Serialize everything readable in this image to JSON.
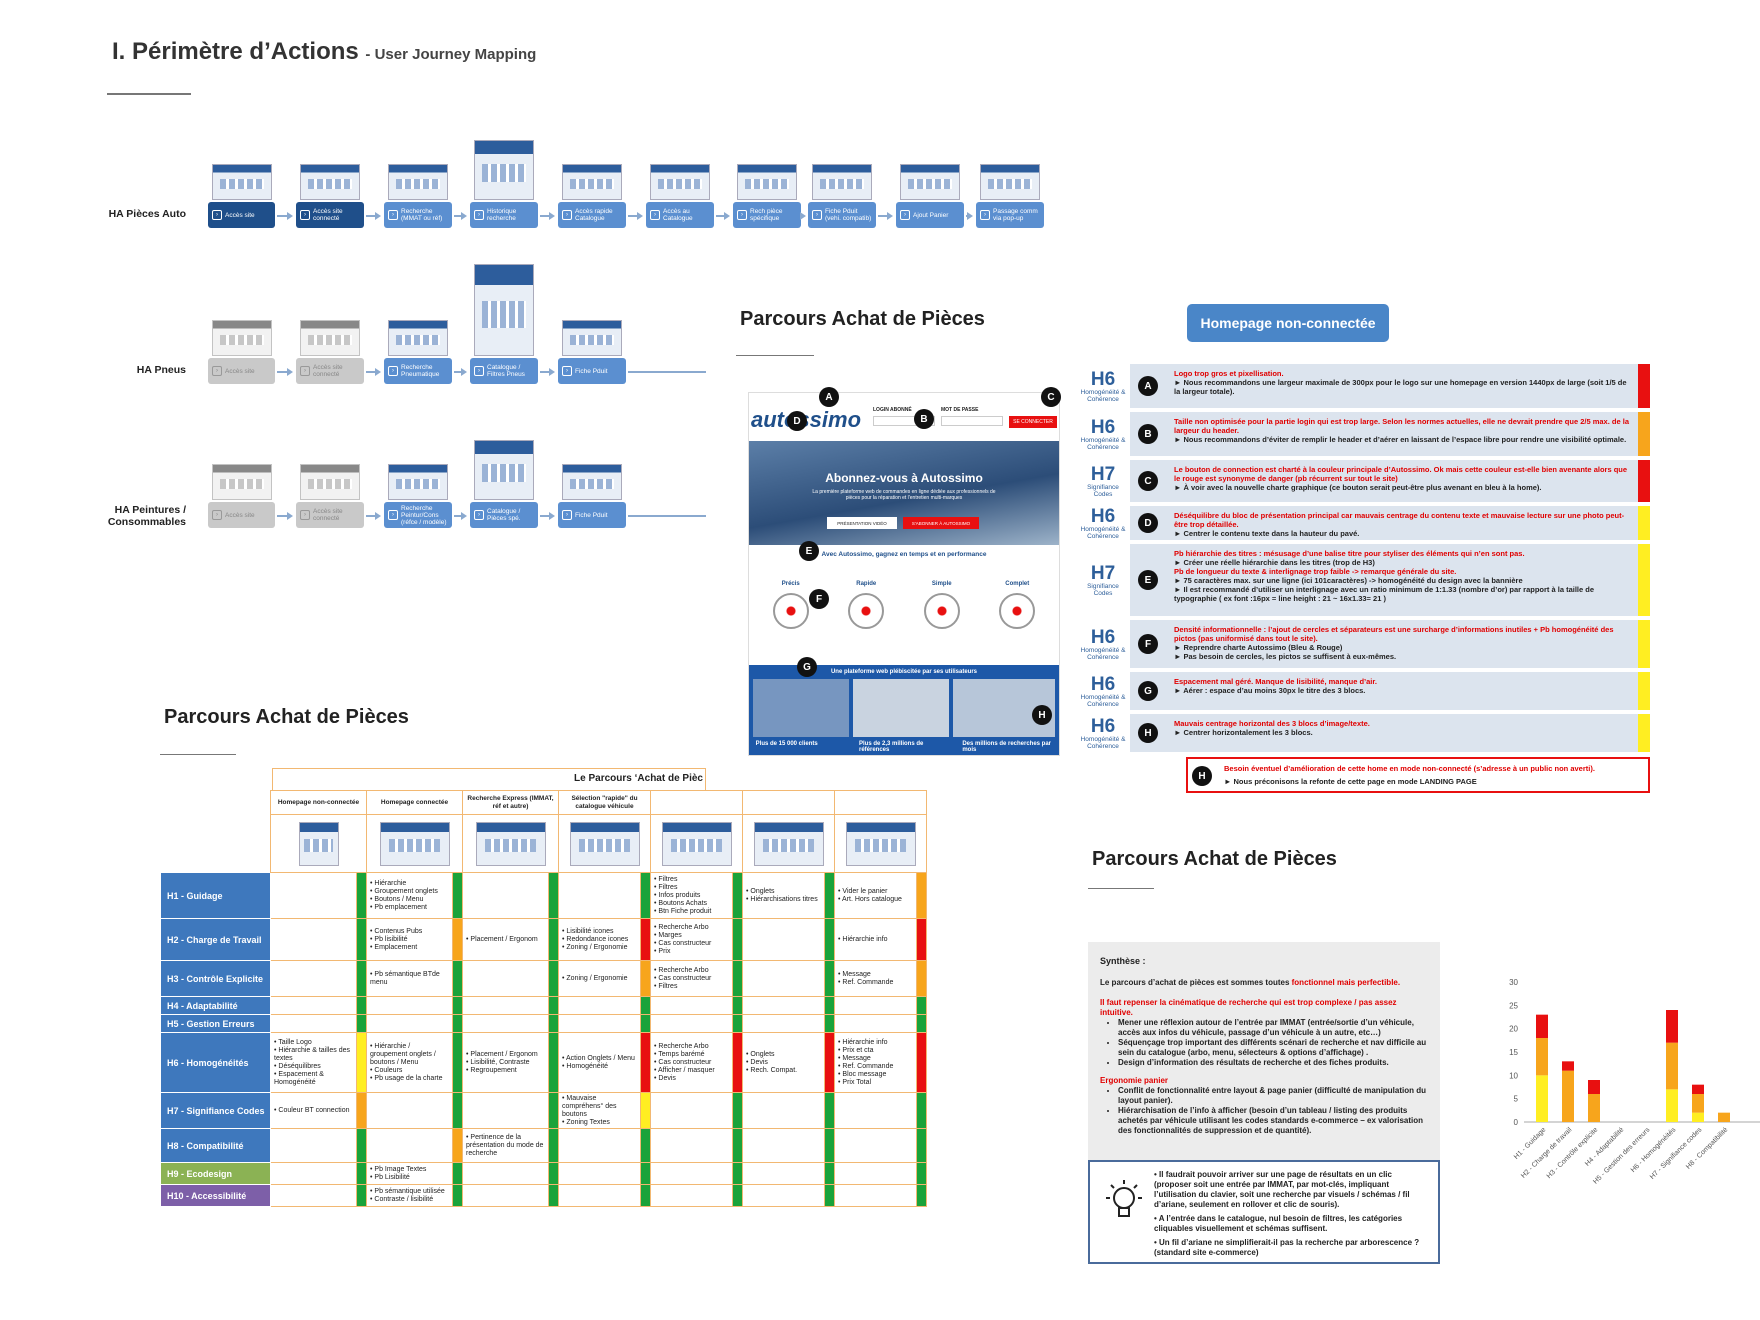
{
  "header": {
    "title": "I.  Périmètre d’Actions",
    "subtitle": "- User Journey Mapping"
  },
  "journeys": [
    {
      "label": "HA Pièces Auto",
      "steps": [
        {
          "label": "Accès site",
          "style": "dark"
        },
        {
          "label": "Accès site connecté",
          "style": "dark"
        },
        {
          "label": "Recherche (MMAT ou réf)",
          "style": "blue"
        },
        {
          "label": "Historique recherche",
          "style": "blue"
        },
        {
          "label": "Accès rapide Catalogue",
          "style": "blue"
        },
        {
          "label": "Accès au Catalogue",
          "style": "blue"
        },
        {
          "label": "Rech pièce spécifique",
          "style": "blue"
        },
        {
          "label": "Fiche Pduit (vehi. compatib)",
          "style": "blue"
        },
        {
          "label": "Ajout Panier",
          "style": "blue"
        },
        {
          "label": "Passage comm via pop-up",
          "style": "blue"
        }
      ]
    },
    {
      "label": "HA Pneus",
      "steps": [
        {
          "label": "Accès site",
          "style": "grey"
        },
        {
          "label": "Accès site connecté",
          "style": "grey"
        },
        {
          "label": "Recherche Pneumatique",
          "style": "blue"
        },
        {
          "label": "Catalogue / Filtres Pneus",
          "style": "blue"
        },
        {
          "label": "Fiche Pduit",
          "style": "blue"
        }
      ]
    },
    {
      "label": "HA Peintures / Consommables",
      "steps": [
        {
          "label": "Accès site",
          "style": "grey"
        },
        {
          "label": "Accès site connecté",
          "style": "grey"
        },
        {
          "label": "Recherche Peintur/Cons (réfce / modèle)",
          "style": "blue"
        },
        {
          "label": "Catalogue / Pièces spé.",
          "style": "blue"
        },
        {
          "label": "Fiche Pduit",
          "style": "blue"
        }
      ]
    }
  ],
  "section_title": "Parcours Achat de Pièces",
  "mockup": {
    "logo": "autossimo",
    "login_label": "LOGIN ABONNÉ",
    "password_label": "MOT DE PASSE",
    "connect_btn": "SE CONNECTER",
    "hero_title": "Abonnez-vous à Autossimo",
    "hero_sub": "La première plateforme web de commandes en ligne dédiée aux professionnels de pièces pour la réparation et l'entretien multi-marques",
    "hero_btn1": "PRÉSENTATION VIDÉO",
    "hero_btn2": "S'ABONNER À AUTOSSIMO",
    "band_title": "Avec Autossimo, gagnez en temps et en performance",
    "features": [
      "Précis",
      "Rapide",
      "Simple",
      "Complet"
    ],
    "bottom_title": "Une plateforme web plébiscitée par ses utilisateurs",
    "stats": [
      "Plus de 15 000 clients",
      "Plus de 2,3 millions de références",
      "Des millions de recherches par mois"
    ],
    "markers": [
      "A",
      "B",
      "C",
      "D",
      "E",
      "F",
      "G",
      "H"
    ]
  },
  "heuristics_button": "Homepage non-connectée",
  "heuristics": [
    {
      "code": "H6",
      "cat": "Homogénéité & Cohérence",
      "marker": "A",
      "lines": [
        {
          "t": "Logo trop gros et pixellisation.",
          "s": "r"
        },
        {
          "t": "► Nous recommandons une largeur maximale de 300px pour le logo sur une homepage en version 1440px de large (soit 1/5  de la largeur totale).",
          "s": "k"
        }
      ],
      "color": "#e81010"
    },
    {
      "code": "H6",
      "cat": "Homogénéité & Cohérence",
      "marker": "B",
      "lines": [
        {
          "t": "Taille non optimisée pour la partie login qui est trop large. Selon les normes actuelles, elle ne devrait prendre que 2/5 max. de la largeur du header.",
          "s": "r"
        },
        {
          "t": "► Nous recommandons d’éviter de remplir le header et d’aérer en laissant de l’espace libre pour rendre une visibilité optimale.",
          "s": "k"
        }
      ],
      "color": "#f7a51c"
    },
    {
      "code": "H7",
      "cat": "Signifiance Codes",
      "marker": "C",
      "lines": [
        {
          "t": "Le bouton de connection est charté à la couleur principale d’Autossimo. Ok mais cette couleur est-elle bien avenante alors que le rouge est synonyme de danger (pb récurrent sur tout le site)",
          "s": "r"
        },
        {
          "t": "► À voir avec la nouvelle charte graphique (ce bouton serait peut-être plus avenant en bleu à la home).",
          "s": "k"
        }
      ],
      "color": "#e81010"
    },
    {
      "code": "H6",
      "cat": "Homogénéité & Cohérence",
      "marker": "D",
      "lines": [
        {
          "t": "Déséquilibre du bloc de présentation principal car mauvais centrage du contenu texte et mauvaise lecture sur une photo peut-être trop détaillée.",
          "s": "r"
        },
        {
          "t": "► Centrer le contenu texte dans la hauteur du pavé.",
          "s": "k"
        }
      ],
      "color": "#ffee22"
    },
    {
      "code": "H7",
      "cat": "Signifiance Codes",
      "marker": "E",
      "lines": [
        {
          "t": "Pb hiérarchie des titres : mésusage d’une balise titre pour styliser des éléments qui n’en sont pas.",
          "s": "r"
        },
        {
          "t": "► Créer une réelle hiérarchie dans les titres (trop de H3)",
          "s": "k"
        },
        {
          "t": "Pb de longueur du texte & interlignage trop faible -> remarque générale du site.",
          "s": "r"
        },
        {
          "t": "► 75 caractères max. sur une ligne (ici 101caractères) -> homogénéité du design avec la bannière",
          "s": "k"
        },
        {
          "t": "► Il est recommandé d’utiliser un interlignage avec un ratio minimum de 1:1.33 (nombre d’or) par rapport à la taille de typographie ( ex font :16px = line height : 21 ~ 16x1.33= 21 )",
          "s": "k"
        }
      ],
      "color": "#ffee22"
    },
    {
      "code": "H6",
      "cat": "Homogénéité & Cohérence",
      "marker": "F",
      "lines": [
        {
          "t": "Densité informationnelle : l’ajout de cercles et séparateurs est une surcharge d’informations inutiles + Pb homogénéité des pictos (pas uniformisé dans tout le site).",
          "s": "r"
        },
        {
          "t": "► Reprendre charte Autossimo (Bleu & Rouge)",
          "s": "k"
        },
        {
          "t": "► Pas besoin de cercles, les pictos se suffisent à eux-mêmes.",
          "s": "k"
        }
      ],
      "color": "#ffee22"
    },
    {
      "code": "H6",
      "cat": "Homogénéité & Cohérence",
      "marker": "G",
      "lines": [
        {
          "t": "Espacement mal géré. Manque de lisibilité, manque d’air.",
          "s": "r"
        },
        {
          "t": "► Aérer : espace d’au moins 30px le titre des 3 blocs.",
          "s": "k"
        }
      ],
      "color": "#ffee22"
    },
    {
      "code": "H6",
      "cat": "Homogénéité & Cohérence",
      "marker": "H",
      "lines": [
        {
          "t": "Mauvais centrage horizontal des 3 blocs d’image/texte.",
          "s": "r"
        },
        {
          "t": "► Centrer horizontalement les 3 blocs.",
          "s": "k"
        }
      ],
      "color": "#ffee22"
    }
  ],
  "landing": {
    "marker": "H",
    "line1": "Besoin éventuel d’amélioration de cette home en mode non-connecté (s’adresse à un public non averti).",
    "line2": "► Nous préconisons la refonte de cette page en mode LANDING PAGE"
  },
  "matrix": {
    "title": "Le Parcours  ‘Achat de Pièc",
    "columns": [
      "Homepage non-connectée",
      "Homepage connectée",
      "Recherche Express (IMMAT, réf et autre)",
      "Sélection \"rapide\" du catalogue véhicule",
      "",
      "",
      ""
    ],
    "rows": [
      {
        "label": "H1 - Guidage",
        "bg": "#3e78bd",
        "cells": [
          [
            "",
            ""
          ],
          [
            "• Hiérarchie\n• Groupement onglets\n• Boutons / Menu\n• Pb emplacement",
            "#e81010"
          ],
          [
            "",
            ""
          ],
          [
            "",
            ""
          ],
          [
            "• Filtres\n• Filtres\n• Infos produits\n• Boutons Achats\n• Btn Fiche produit",
            "#f7a51c"
          ],
          [
            "• Onglets\n• Hiérarchisations titres",
            "#f7a51c"
          ],
          [
            "• Vider le panier\n• Art. Hors catalogue",
            "#f7a51c"
          ]
        ],
        "pre": [
          "#1aa33a",
          "#1aa33a",
          "#1aa33a",
          "#1aa33a",
          "#1aa33a",
          "#1aa33a",
          "#1aa33a"
        ]
      },
      {
        "label": "H2 - Charge de Travail",
        "bg": "#3e78bd",
        "cells": [
          [
            "",
            ""
          ],
          [
            "• Contenus Pubs\n• Pb lisibilité\n• Emplacement",
            "#f7a51c"
          ],
          [
            "• Placement / Ergonom",
            "#1aa33a"
          ],
          [
            "• Lisibilité icones\n• Redondance icones\n• Zoning / Ergonomie",
            "#f7a51c"
          ],
          [
            "• Recherche Arbo\n• Marges\n• Cas constructeur\n• Prix",
            "#e81010"
          ],
          [
            "",
            ""
          ],
          [
            "• Hiérarchie info",
            "#e81010"
          ]
        ],
        "pre": [
          "#1aa33a",
          "#1aa33a",
          "#f7a51c",
          "#1aa33a",
          "#e81010",
          "#1aa33a",
          "#1aa33a"
        ]
      },
      {
        "label": "H3 - Contrôle Explicite",
        "bg": "#3e78bd",
        "cells": [
          [
            "",
            ""
          ],
          [
            "• Pb sémantique BTde menu",
            "#f7a51c"
          ],
          [
            "",
            ""
          ],
          [
            "• Zoning / Ergonomie",
            "#f7a51c"
          ],
          [
            "• Recherche Arbo\n• Cas constructeur\n• Filtres",
            "#f7a51c"
          ],
          [
            "",
            ""
          ],
          [
            "• Message\n• Ref. Commande",
            "#f7a51c"
          ]
        ],
        "pre": [
          "#1aa33a",
          "#1aa33a",
          "#1aa33a",
          "#1aa33a",
          "#f7a51c",
          "#1aa33a",
          "#1aa33a"
        ]
      },
      {
        "label": "H4 - Adaptabilité",
        "bg": "#3e78bd",
        "cells": [
          [
            "",
            ""
          ],
          [
            "",
            ""
          ],
          [
            "",
            ""
          ],
          [
            "",
            ""
          ],
          [
            "",
            ""
          ],
          [
            "",
            ""
          ],
          [
            "",
            ""
          ]
        ],
        "pre": [
          "#1aa33a",
          "#1aa33a",
          "#1aa33a",
          "#1aa33a",
          "#1aa33a",
          "#1aa33a",
          "#1aa33a"
        ]
      },
      {
        "label": "H5 - Gestion Erreurs",
        "bg": "#3e78bd",
        "cells": [
          [
            "",
            ""
          ],
          [
            "",
            ""
          ],
          [
            "",
            ""
          ],
          [
            "",
            ""
          ],
          [
            "",
            ""
          ],
          [
            "",
            ""
          ],
          [
            "",
            ""
          ]
        ],
        "pre": [
          "#1aa33a",
          "#1aa33a",
          "#1aa33a",
          "#1aa33a",
          "#1aa33a",
          "#1aa33a",
          "#1aa33a"
        ]
      },
      {
        "label": "H6 - Homogénéités",
        "bg": "#3e78bd",
        "cells": [
          [
            "• Taille Logo\n• Hiérarchie & tailles des textes\n• Déséquilibres\n• Espacement & Homogénéité",
            "#ffee22"
          ],
          [
            "• Hiérarchie / groupement onglets / boutons / Menu\n• Couleurs\n• Pb usage de la charte",
            "#e81010"
          ],
          [
            "• Placement / Ergonom\n• Lisibilité, Contraste\n• Regroupement",
            "#f7a51c"
          ],
          [
            "• Action Onglets / Menu\n• Homogénéité",
            "#e81010"
          ],
          [
            "• Recherche Arbo\n• Temps barémé\n• Cas constructeur\n• Afficher / masquer\n• Devis",
            "#e81010"
          ],
          [
            "• Onglets\n• Devis\n• Rech. Compat.",
            "#e81010"
          ],
          [
            "• Hiérarchie info\n• Prix et cta\n• Message\n• Ref. Commande\n• Bloc message\n• Prix Total",
            "#e81010"
          ]
        ],
        "pre": [
          "#ffee22",
          "#ffee22",
          "#1aa33a",
          "#1aa33a",
          "#e81010",
          "#e81010",
          "#e81010"
        ]
      },
      {
        "label": "H7 - Signifiance Codes",
        "bg": "#3e78bd",
        "cells": [
          [
            "• Couleur BT connection",
            "#e81010"
          ],
          [
            "",
            ""
          ],
          [
            "",
            ""
          ],
          [
            "• Mauvaise compréhens° des boutons\n• Zoning Textes",
            "#ffee22"
          ],
          [
            "",
            ""
          ],
          [
            "",
            ""
          ],
          [
            "",
            ""
          ]
        ],
        "pre": [
          "#1aa33a",
          "#f7a51c",
          "#1aa33a",
          "#1aa33a",
          "#ffee22",
          "#1aa33a",
          "#1aa33a"
        ]
      },
      {
        "label": "H8 - Compatibilité",
        "bg": "#3e78bd",
        "cells": [
          [
            "",
            ""
          ],
          [
            "",
            ""
          ],
          [
            "• Pertinence de la présentation du mode de recherche",
            "#f7a51c"
          ],
          [
            "",
            ""
          ],
          [
            "",
            ""
          ],
          [
            "",
            ""
          ],
          [
            "",
            ""
          ]
        ],
        "pre": [
          "#1aa33a",
          "#1aa33a",
          "#f7a51c",
          "#1aa33a",
          "#1aa33a",
          "#1aa33a",
          "#1aa33a"
        ]
      },
      {
        "label": "H9 - Ecodesign",
        "bg": "#8bb254",
        "cells": [
          [
            "",
            ""
          ],
          [
            "• Pb Image Textes\n• Pb Lisibilité",
            "#ffee22"
          ],
          [
            "",
            ""
          ],
          [
            "",
            ""
          ],
          [
            "",
            ""
          ],
          [
            "",
            ""
          ],
          [
            "",
            ""
          ]
        ],
        "pre": [
          "#1aa33a",
          "#1aa33a",
          "#1aa33a",
          "#1aa33a",
          "#1aa33a",
          "#1aa33a",
          "#1aa33a"
        ]
      },
      {
        "label": "H10 - Accessibilité",
        "bg": "#7d5fa8",
        "cells": [
          [
            "",
            ""
          ],
          [
            "• Pb sémantique utilisée\n• Contraste / lisibilité",
            "#ffee22"
          ],
          [
            "",
            ""
          ],
          [
            "",
            ""
          ],
          [
            "",
            ""
          ],
          [
            "",
            ""
          ],
          [
            "",
            ""
          ]
        ],
        "pre": [
          "#1aa33a",
          "#1aa33a",
          "#1aa33a",
          "#1aa33a",
          "#1aa33a",
          "#1aa33a",
          "#1aa33a"
        ]
      }
    ]
  },
  "synthese": {
    "title": "Synthèse :",
    "intro_black": "Le parcours d’achat de pièces est sommes toutes ",
    "intro_red": "fonctionnel mais perfectible.",
    "h1": "Il faut repenser la cinématique de recherche qui est trop complexe / pas assez intuitive.",
    "b1": [
      "Mener une réflexion autour de l’entrée par IMMAT (entrée/sortie d’un véhicule, accès aux infos du véhicule, passage d’un véhicule à un autre, etc…)",
      "Séquençage trop important des différents scénari de recherche et nav difficile au sein du catalogue (arbo, menu, sélecteurs & options d’affichage) .",
      "Design d’information des résultats de recherche et des fiches produits."
    ],
    "h2": "Ergonomie panier",
    "b2": [
      "Conflit de fonctionnalité entre layout & page panier (difficulté de manipulation du layout panier).",
      "Hiérarchisation de l’info à afficher (besoin d’un tableau / listing des produits achetés par véhicule utilisant les codes standards  e-commerce – ex  valorisation des fonctionnalités de suppression et de quantité)."
    ]
  },
  "ideas": [
    "• Il faudrait pouvoir arriver sur une page de résultats en un clic (proposer soit une entrée par IMMAT, par mot-clés, impliquant l’utilisation du clavier, soit une recherche par visuels / schémas / fil d’ariane, seulement en rollover et clic de souris).",
    "• A l’entrée dans le catalogue, nul besoin de filtres, les catégories cliquables visuellement et schémas suffisent.",
    "• Un fil d’ariane ne simplifierait-il pas la recherche par arborescence ? (standard site e-commerce)"
  ],
  "chart_data": {
    "type": "bar",
    "categories": [
      "H1 - Guidage",
      "H2 - Charge de travail",
      "H3 - Contrôle explicite",
      "H4 - Adaptabilité",
      "H5 - Gestion des erreurs",
      "H6 - Homogénéités",
      "H7 - Signifiance codes",
      "H8 - Compatibilité"
    ],
    "series": [
      {
        "color": "#ffee22",
        "values": [
          10,
          0,
          0,
          0,
          0,
          7,
          2,
          0
        ]
      },
      {
        "color": "#f7a51c",
        "values": [
          8,
          11,
          6,
          0,
          0,
          10,
          4,
          2
        ]
      },
      {
        "color": "#e81010",
        "values": [
          5,
          2,
          3,
          0,
          0,
          7,
          2,
          0
        ]
      }
    ],
    "ylim": [
      0,
      30
    ],
    "yticks": [
      0,
      5,
      10,
      15,
      20,
      25,
      30
    ]
  }
}
